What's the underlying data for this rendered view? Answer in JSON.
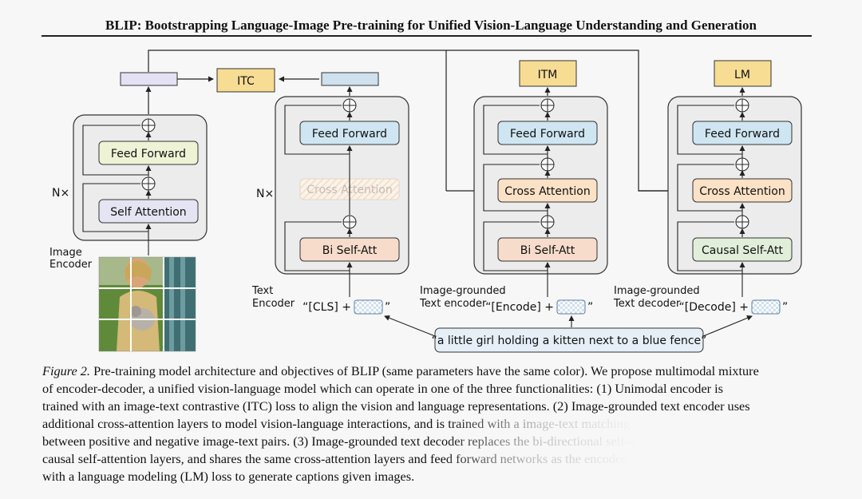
{
  "title": "BLIP: Bootstrapping Language-Image Pre-training for Unified Vision-Language Understanding and Generation",
  "diagram": {
    "objectives": [
      "ITC",
      "ITM",
      "LM"
    ],
    "image_encoder": {
      "label_line1": "Image",
      "label_line2": "Encoder",
      "repeat": "N×",
      "feed_forward": "Feed Forward",
      "self_attention": "Self Attention"
    },
    "text_encoder": {
      "label_line1": "Text",
      "label_line2": "Encoder",
      "repeat": "N×",
      "feed_forward": "Feed Forward",
      "cross_attention": "Cross Attention",
      "self_att": "Bi Self-Att",
      "input_prefix": "“[CLS] +",
      "input_suffix": "”"
    },
    "grounded_encoder": {
      "label_line1": "Image-grounded",
      "label_line2": "Text encoder",
      "feed_forward": "Feed Forward",
      "cross_attention": "Cross Attention",
      "self_att": "Bi Self-Att",
      "input_prefix": "“[Encode] +",
      "input_suffix": "”"
    },
    "grounded_decoder": {
      "label_line1": "Image-grounded",
      "label_line2": "Text decoder",
      "feed_forward": "Feed Forward",
      "cross_attention": "Cross Attention",
      "self_att": "Causal Self-Att",
      "input_prefix": "“[Decode] +",
      "input_suffix": "”"
    },
    "caption_input": "“a little girl holding a kitten next to a blue fence”",
    "colors": {
      "feed_forward_image": "#eef3d6",
      "feed_forward_text": "#cfe6f2",
      "self_attention_image": "#e4e4f2",
      "bi_self_att": "#f7dccb",
      "cross_attention": "#fbe1c6",
      "causal_self_att": "#e1eed9",
      "objective": "#f7dc94",
      "input_text_box": "#e6eff7"
    }
  },
  "caption": {
    "figure_label": "Figure 2.",
    "lines": [
      " Pre-training model architecture and objectives of BLIP (same parameters have the same color). We propose multimodal mixture",
      "of encoder-decoder, a unified vision-language model which can operate in one of the three functionalities: (1) Unimodal encoder is",
      "trained with an image-text contrastive (ITC) loss to align the vision and language representations. (2) Image-grounded text encoder uses",
      "additional cross-attention layers to model vision-language interactions, and is trained with a image-text matching (ITM) loss to distinguish",
      "between positive and negative image-text pairs. (3) Image-grounded text decoder replaces the bi-directional self-attention layers with",
      "causal self-attention layers, and shares the same cross-attention layers and feed forward networks as the encoder. The decoder is trained",
      "with a language modeling (LM) loss to generate captions given images."
    ]
  }
}
